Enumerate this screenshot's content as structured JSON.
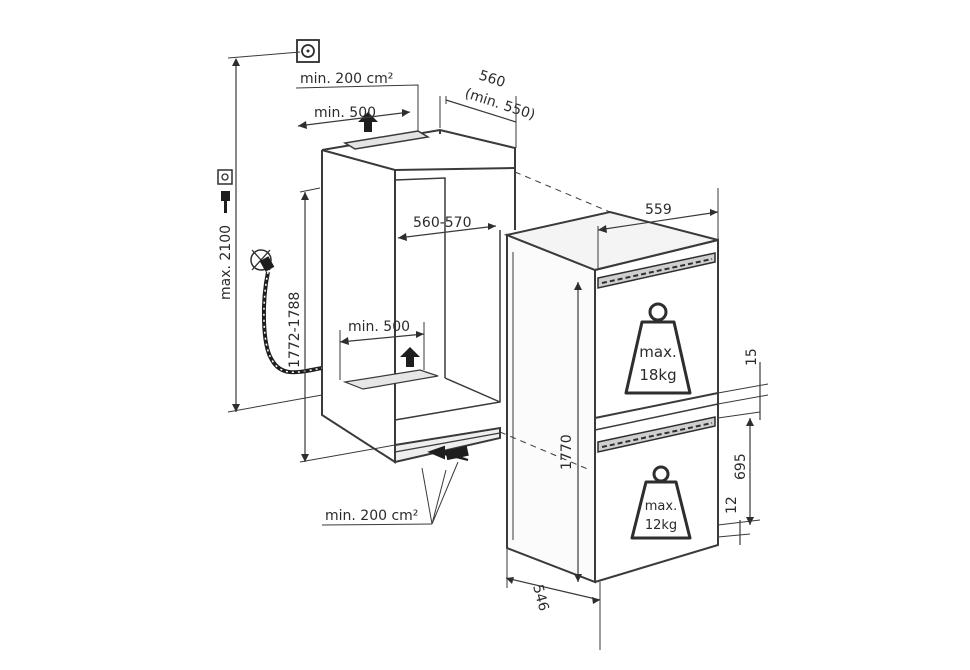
{
  "labels": {
    "vent_top": "min. 200 cm²",
    "opening_top_depth": "min. 500",
    "niche_depth": "560",
    "niche_depth_min": "(min. 550)",
    "max_height": "max. 2100",
    "niche_height": "1772-1788",
    "niche_width": "560-570",
    "opening_floor_depth": "min. 500",
    "vent_bottom": "min. 200 cm²",
    "appliance_width": "559",
    "appliance_height": "1770",
    "appliance_depth": "546",
    "gap_15": "15",
    "dim_695": "695",
    "dim_12": "12"
  },
  "weights": {
    "top_line1": "max.",
    "top_line2": "18kg",
    "bottom_line1": "max.",
    "bottom_line2": "12kg"
  },
  "colors": {
    "line": "#3a3a3a",
    "panel_fill": "#f6f6f6",
    "shade": "#dcdcdc",
    "dark": "#1e1e1e"
  },
  "icons": [
    "socket-icon",
    "plug-icon",
    "water-tap-icon",
    "airflow-arrow-icon",
    "weight-icon"
  ]
}
